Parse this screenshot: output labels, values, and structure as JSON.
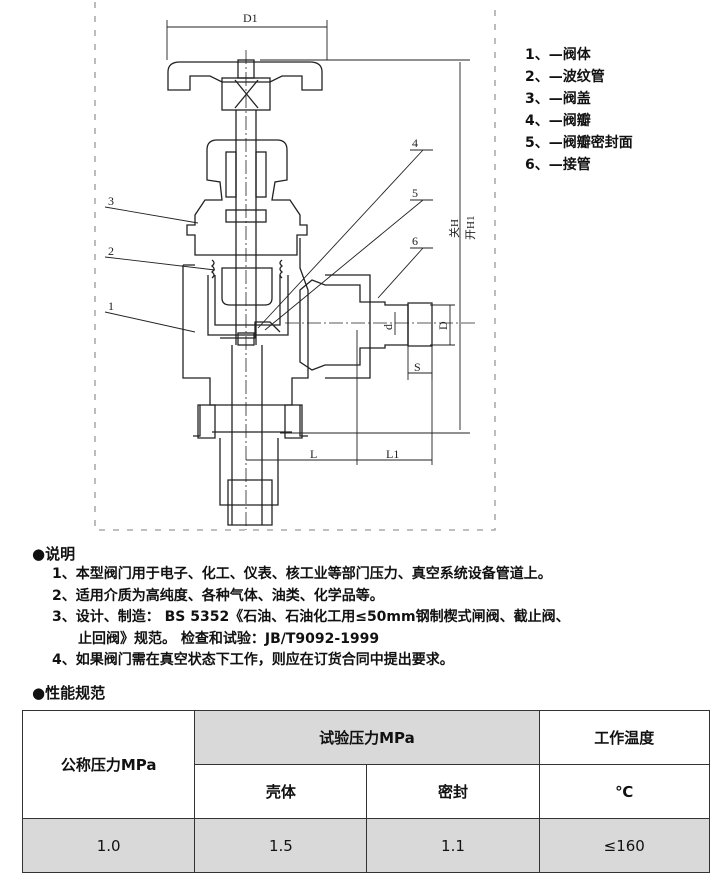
{
  "drawing": {
    "dimensions": {
      "D1": "D1",
      "H_closed": "关H",
      "H1_open": "开H1",
      "L": "L",
      "L1": "L1",
      "S": "S",
      "d": "d",
      "D": "D"
    },
    "callouts": [
      "1",
      "2",
      "3",
      "4",
      "5",
      "6"
    ]
  },
  "parts": [
    "1、—阀体",
    "2、—波纹管",
    "3、—阀盖",
    "4、—阀瓣",
    "5、—阀瓣密封面",
    "6、—接管"
  ],
  "notes": {
    "title": "●说明",
    "items": [
      "1、本型阀门用于电子、化工、仪表、核工业等部门压力、真空系统设备管道上。",
      "2、适用介质为高纯度、各种气体、油类、化学品等。",
      "3、设计、制造： BS 5352《石油、石油化工用≤50mm钢制楔式闸阀、截止阀、",
      "止回阀》规范。    检查和试验：JB/T9092-1999",
      "4、如果阀门需在真空状态下工作，则应在订货合同中提出要求。"
    ]
  },
  "spec": {
    "title": "●性能规范",
    "headers": {
      "nominal_pressure": "公称压力MPa",
      "test_pressure": "试验压力MPa",
      "working_temp": "工作温度",
      "shell": "壳体",
      "seal": "密封",
      "temp_unit": "℃"
    },
    "rows": [
      {
        "nominal": "1.0",
        "shell": "1.5",
        "seal": "1.1",
        "temp": "≤160"
      }
    ]
  }
}
